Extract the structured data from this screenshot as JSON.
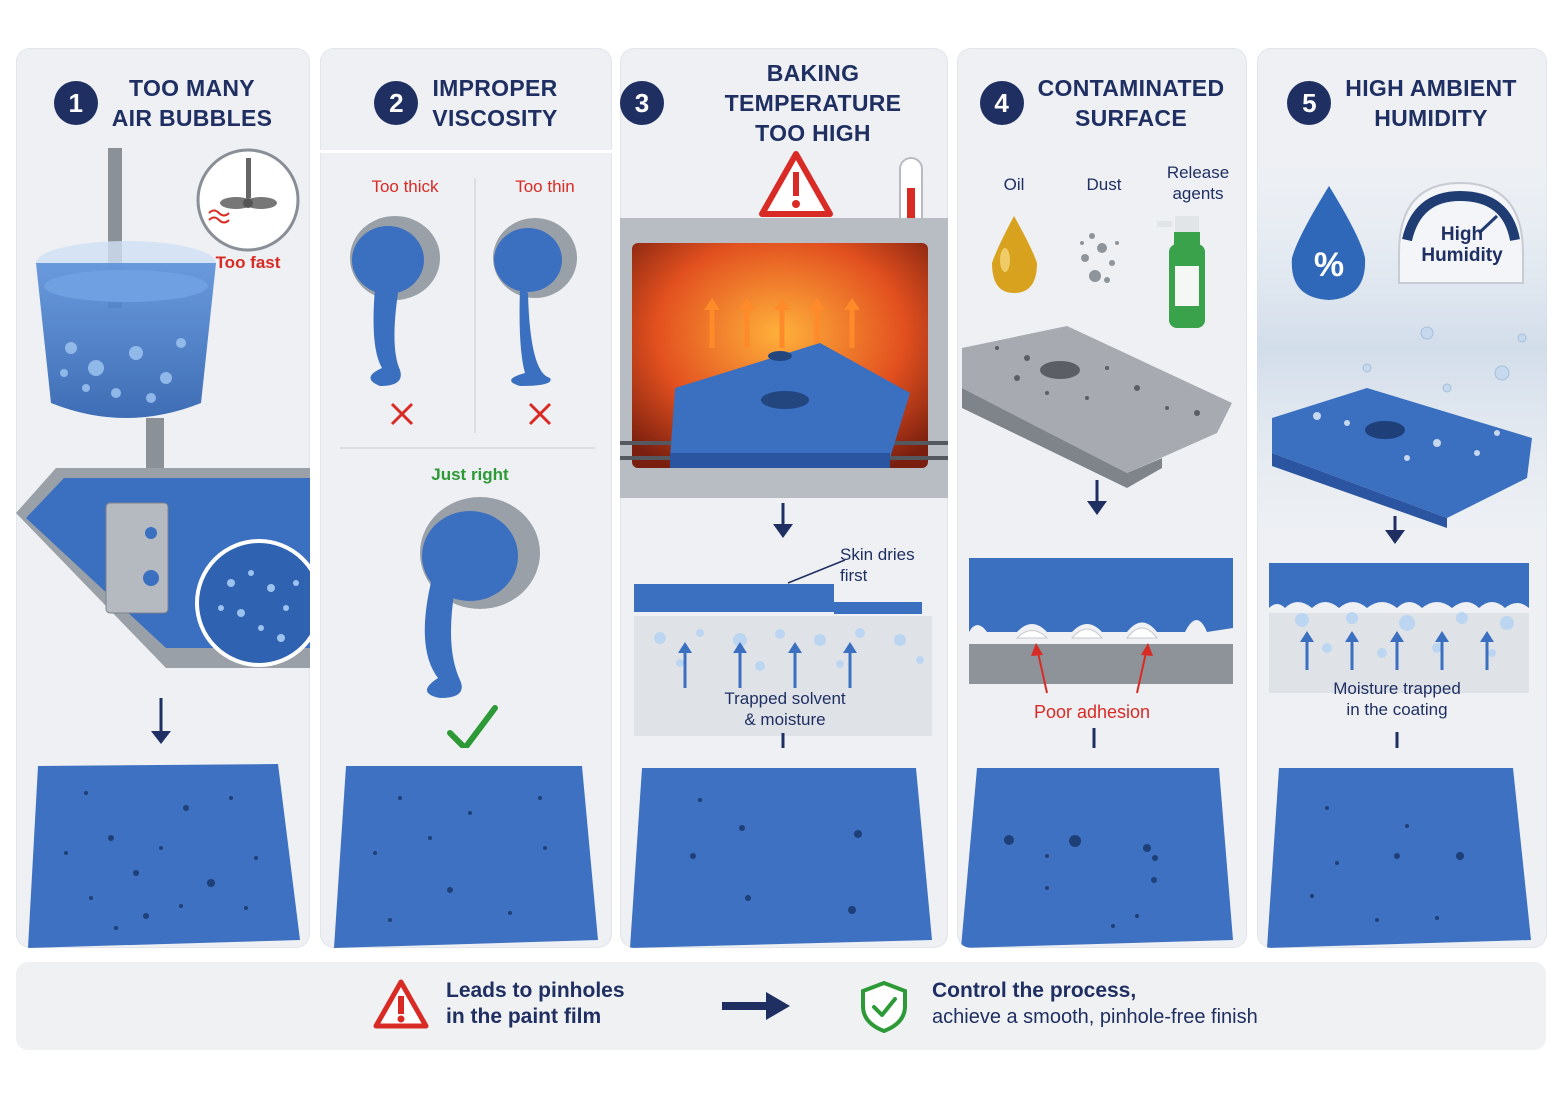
{
  "steps": [
    {
      "number": "1",
      "title": "Too many\nair bubbles",
      "note": "Too fast"
    },
    {
      "number": "2",
      "title": "Improper\nviscosity",
      "thick": "Too thick",
      "thin": "Too thin",
      "right": "Just right"
    },
    {
      "number": "3",
      "title": "Baking temperature\ntoo high",
      "skin": "Skin dries\nfirst",
      "trapped": "Trapped solvent\n& moisture"
    },
    {
      "number": "4",
      "title": "Contaminated\nsurface",
      "oil": "Oil",
      "dust": "Dust",
      "release": "Release\nagents",
      "adhesion": "Poor adhesion"
    },
    {
      "number": "5",
      "title": "High ambient\nhumidity",
      "gauge": "High\nHumidity",
      "moisture": "Moisture trapped\nin the coating"
    }
  ],
  "footer": {
    "warning": "Leads to pinholes\nin the paint film",
    "solution_title": "Control the process,",
    "solution_text": "achieve a smooth, pinhole-free finish"
  },
  "colors": {
    "navy": "#1f2f62",
    "blue": "#3a6fc0",
    "red": "#d92b25",
    "green": "#2d9a37"
  }
}
